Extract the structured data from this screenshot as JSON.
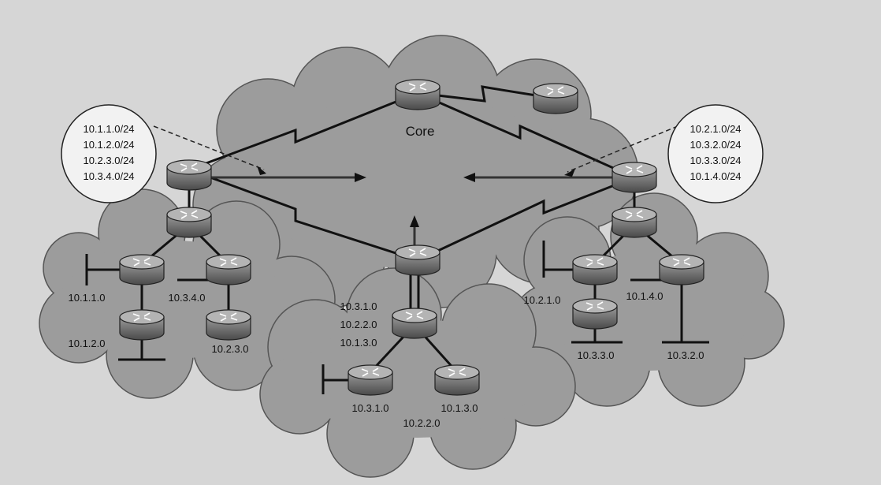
{
  "core": {
    "label": "Core"
  },
  "summaries": {
    "left": [
      "10.1.1.0/24",
      "10.1.2.0/24",
      "10.2.3.0/24",
      "10.3.4.0/24"
    ],
    "right": [
      "10.2.1.0/24",
      "10.3.2.0/24",
      "10.3.3.0/24",
      "10.1.4.0/24"
    ]
  },
  "left_area": {
    "nets": {
      "a": "10.1.1.0",
      "b": "10.3.4.0",
      "c": "10.1.2.0",
      "d": "10.2.3.0"
    }
  },
  "right_area": {
    "nets": {
      "a": "10.2.1.0",
      "b": "10.1.4.0",
      "c": "10.3.3.0",
      "d": "10.3.2.0"
    }
  },
  "bottom_area": {
    "stack": [
      "10.3.1.0",
      "10.2.2.0",
      "10.1.3.0"
    ],
    "nets": {
      "a": "10.3.1.0",
      "b": "10.1.3.0",
      "c": "10.2.2.0"
    }
  },
  "colors": {
    "background": "#d6d6d6",
    "cloud": "#9c9c9c",
    "router": "#6e6e6e"
  }
}
